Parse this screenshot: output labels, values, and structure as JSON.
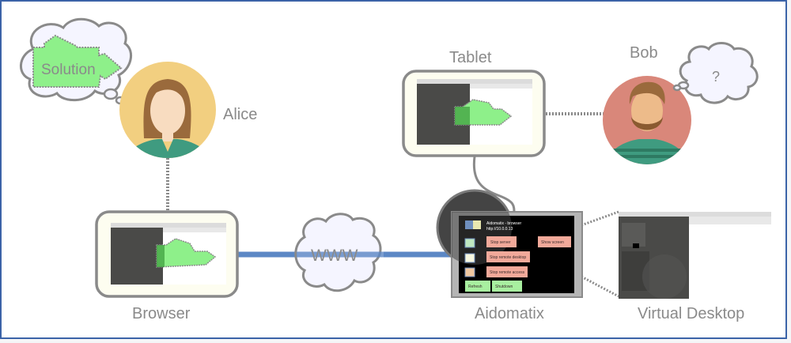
{
  "nodes": {
    "alice": {
      "label": "Alice",
      "thought": "Solution"
    },
    "bob": {
      "label": "Bob",
      "thought": "?"
    },
    "tablet": {
      "label": "Tablet"
    },
    "browser": {
      "label": "Browser"
    },
    "internet": {
      "label": "WWW"
    },
    "aidomatix": {
      "label": "Aidomatix",
      "header_title": "Aidomatix - browser",
      "header_subtitle": "http://10.0.0.13",
      "buttons": [
        {
          "label": "Stop server"
        },
        {
          "label": "Show screen"
        },
        {
          "label": "Stop remote desktop"
        },
        {
          "label": "Stop remote access"
        },
        {
          "label": "Refresh"
        },
        {
          "label": "Shutdown"
        }
      ]
    },
    "virtual_desktop": {
      "label": "Virtual Desktop"
    }
  },
  "colors": {
    "frame_border": "#3b63a8",
    "link_network": "#5b87c5",
    "node_border": "#8c8c8c",
    "device_fill": "#fdfdf0",
    "solution_green": "#8ef08a",
    "alice_bg": "#f2cf80",
    "bob_bg": "#d9877a",
    "shirt_green": "#3f9b80",
    "aidomatix_button": "#f2a99a",
    "aidomatix_button_green": "#a8f0a0"
  }
}
